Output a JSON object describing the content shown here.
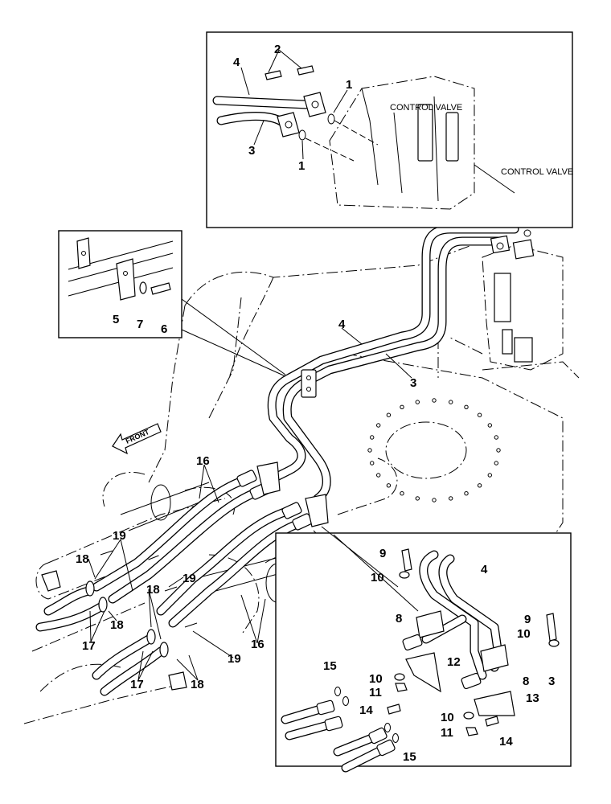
{
  "annotations": {
    "control_valve_inset": "CONTROL VALVE",
    "control_valve_main": "CONTROL VALVE",
    "front": "FRONT"
  },
  "callouts": [
    {
      "id": "c1a",
      "text": "1"
    },
    {
      "id": "c1b",
      "text": "1"
    },
    {
      "id": "c2",
      "text": "2"
    },
    {
      "id": "c3a",
      "text": "3"
    },
    {
      "id": "c4a",
      "text": "4"
    },
    {
      "id": "c5",
      "text": "5"
    },
    {
      "id": "c7",
      "text": "7"
    },
    {
      "id": "c6",
      "text": "6"
    },
    {
      "id": "c4b",
      "text": "4"
    },
    {
      "id": "c3b",
      "text": "3"
    },
    {
      "id": "c16a",
      "text": "16"
    },
    {
      "id": "c19a",
      "text": "19"
    },
    {
      "id": "c18a",
      "text": "18"
    },
    {
      "id": "c18b",
      "text": "18"
    },
    {
      "id": "c17a",
      "text": "17"
    },
    {
      "id": "c18c",
      "text": "18"
    },
    {
      "id": "c19b",
      "text": "19"
    },
    {
      "id": "c16b",
      "text": "16"
    },
    {
      "id": "c19c",
      "text": "19"
    },
    {
      "id": "c17b",
      "text": "17"
    },
    {
      "id": "c18d",
      "text": "18"
    },
    {
      "id": "c9a",
      "text": "9"
    },
    {
      "id": "c10a",
      "text": "10"
    },
    {
      "id": "c4c",
      "text": "4"
    },
    {
      "id": "c8a",
      "text": "8"
    },
    {
      "id": "c9b",
      "text": "9"
    },
    {
      "id": "c10b",
      "text": "10"
    },
    {
      "id": "c15a",
      "text": "15"
    },
    {
      "id": "c12",
      "text": "12"
    },
    {
      "id": "c10c",
      "text": "10"
    },
    {
      "id": "c11a",
      "text": "11"
    },
    {
      "id": "c8b",
      "text": "8"
    },
    {
      "id": "c3c",
      "text": "3"
    },
    {
      "id": "c13",
      "text": "13"
    },
    {
      "id": "c14a",
      "text": "14"
    },
    {
      "id": "c10d",
      "text": "10"
    },
    {
      "id": "c11b",
      "text": "11"
    },
    {
      "id": "c14b",
      "text": "14"
    },
    {
      "id": "c15b",
      "text": "15"
    }
  ]
}
